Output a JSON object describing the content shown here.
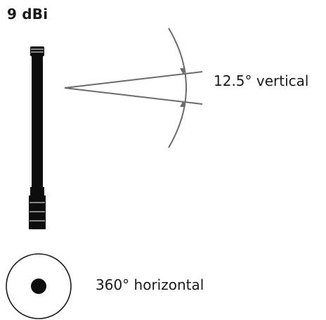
{
  "figure": {
    "gain_label": "9 dBi",
    "vertical_beamwidth_label": "12.5° vertical",
    "horizontal_beamwidth_label": "360° horizontal"
  },
  "colors": {
    "antenna": "#0d0d0d",
    "lines": "#6b6b6b",
    "text": "#1a1a1a"
  },
  "icons": {
    "antenna": "antenna-icon",
    "omni_pattern": "omnidirectional-pattern-icon"
  }
}
